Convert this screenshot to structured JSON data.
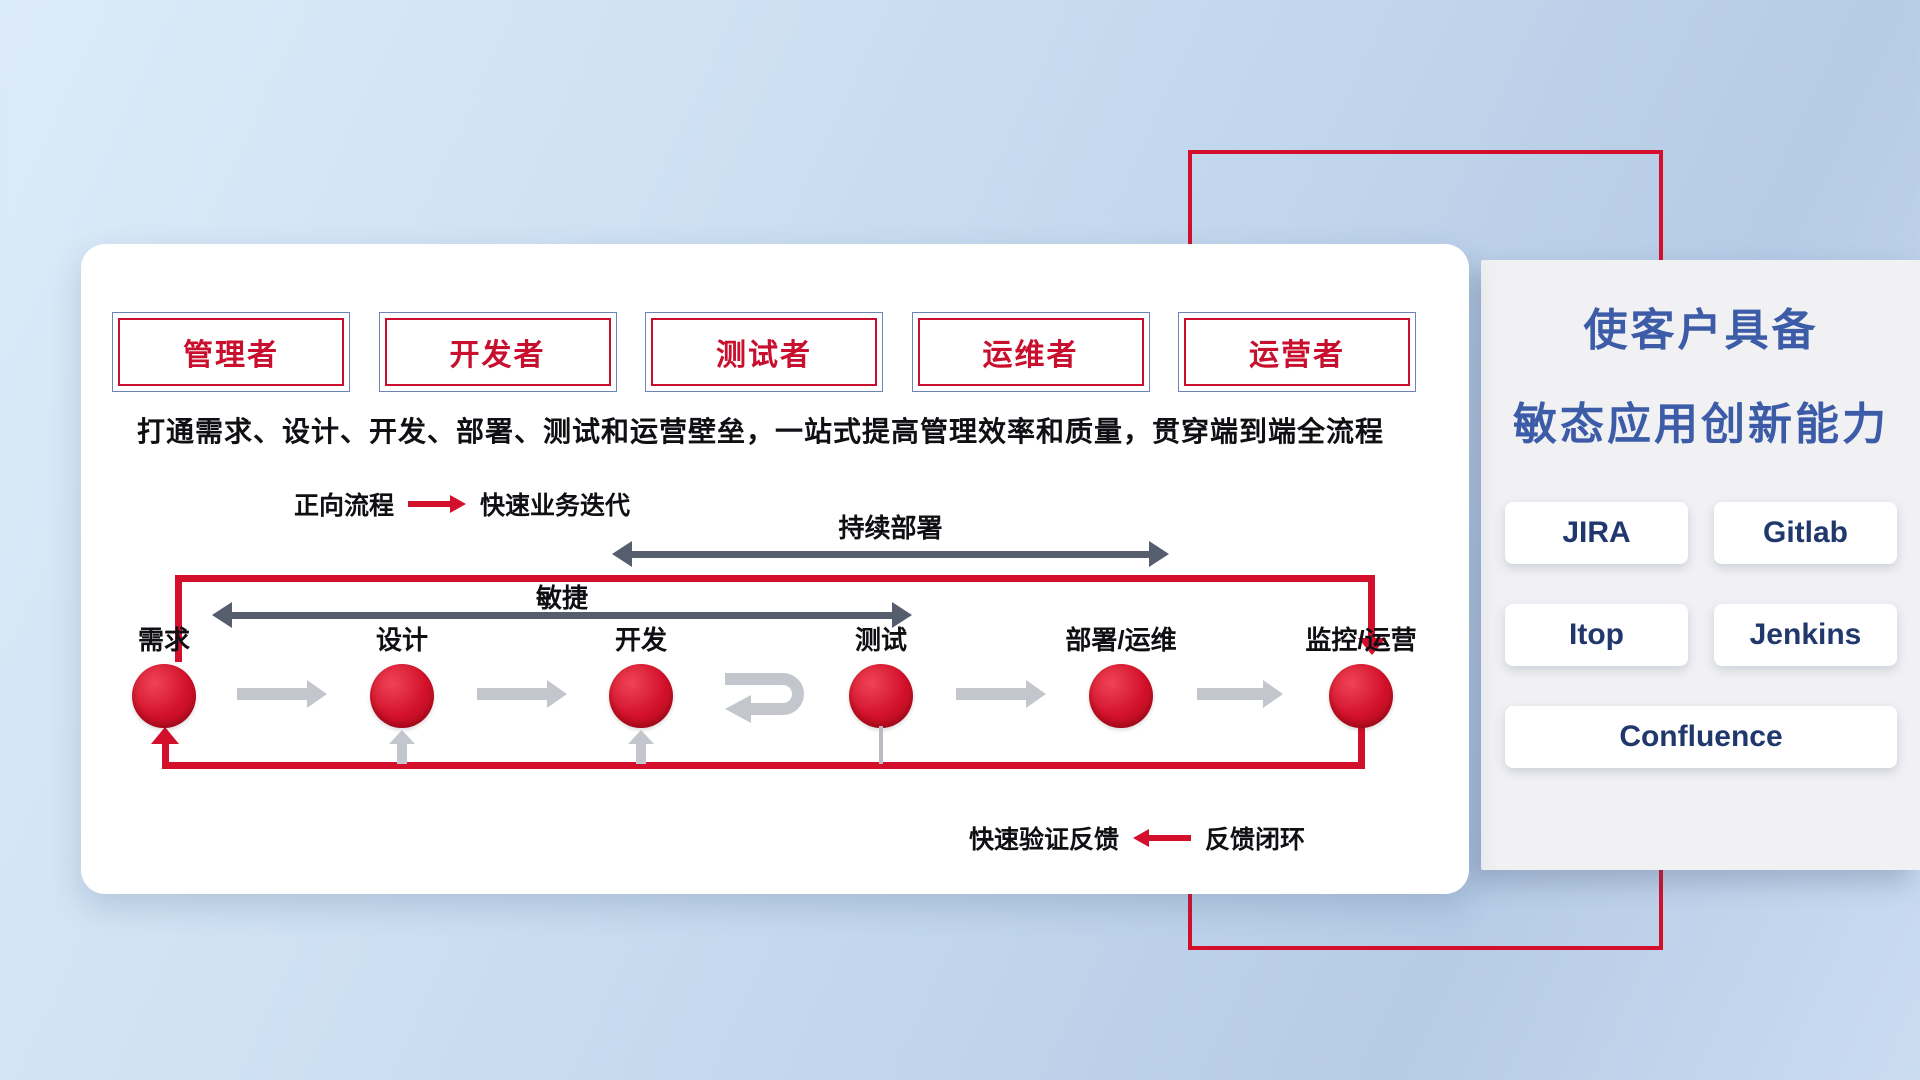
{
  "flow_panel": {
    "roles": [
      "管理者",
      "开发者",
      "测试者",
      "运维者",
      "运营者"
    ],
    "description": "打通需求、设计、开发、部署、测试和运营壁垒，一站式提高管理效率和质量，贯穿端到端全流程",
    "forward_legend": {
      "label": "正向流程",
      "caption": "快速业务迭代"
    },
    "continuous_deploy_label": "持续部署",
    "agile_label": "敏捷",
    "stages": [
      "需求",
      "设计",
      "开发",
      "测试",
      "部署/运维",
      "监控/运营"
    ],
    "feedback_legend": {
      "label": "快速验证反馈",
      "caption": "反馈闭环"
    }
  },
  "tools_panel": {
    "title_line1": "使客户具备",
    "title_line2": "敏态应用创新能力",
    "tools": [
      "JIRA",
      "Gitlab",
      "Itop",
      "Jenkins",
      "Confluence"
    ]
  },
  "colors": {
    "accent_red": "#d40f2c",
    "role_text_red": "#c8102e",
    "title_blue": "#3c5ca8",
    "tool_text_navy": "#20386b",
    "dark_span_arrow": "#565e6e",
    "flow_arrow_gray": "#c3c7cd"
  }
}
